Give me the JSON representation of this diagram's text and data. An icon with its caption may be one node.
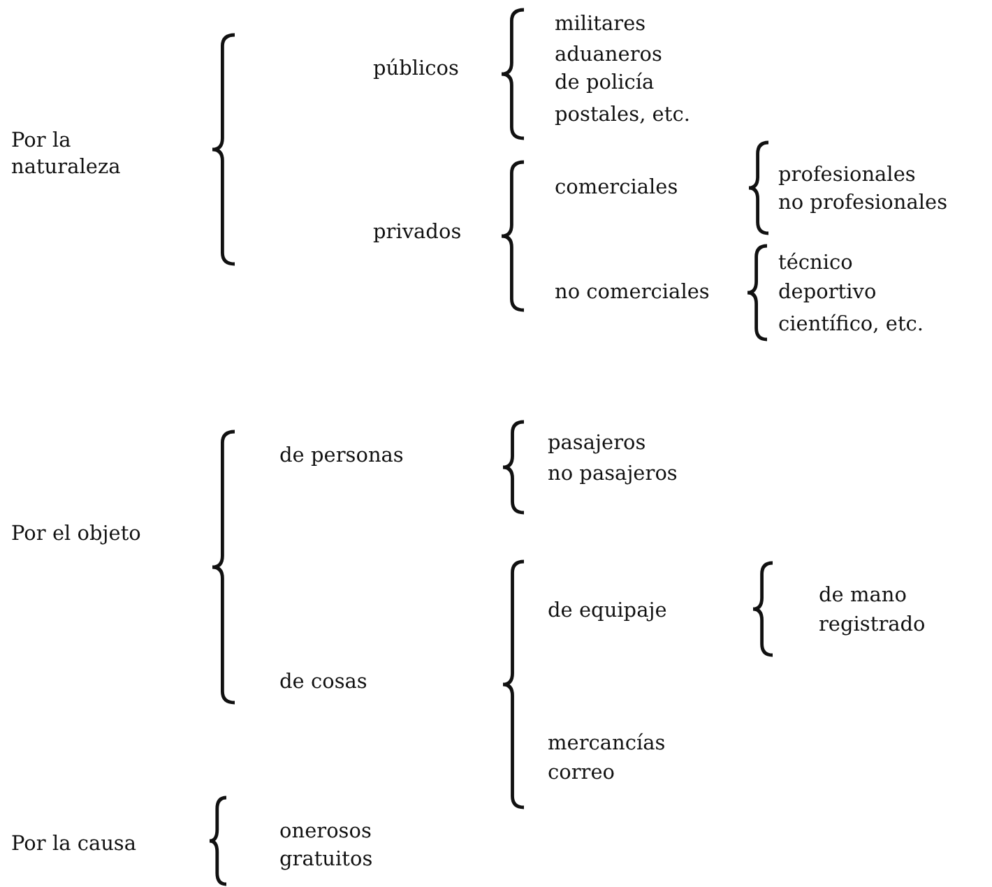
{
  "diagram": {
    "labels": [
      "públicos",
      "militares",
      "aduaneros",
      "de policía",
      "postales, etc.",
      "Por la naturaleza",
      "comerciales",
      "profesionales",
      "privados",
      "no profesionales",
      "técnico",
      "no comerciales",
      "deportivo",
      "científico, etc.",
      "de personas",
      "pasajeros",
      "no pasajeros",
      "Por el objeto",
      "de mano",
      "de equipaje",
      "registrado",
      "de cosas",
      "mercancías",
      "correo",
      "Por la causa",
      "onerosos",
      "gratuitos"
    ]
  }
}
